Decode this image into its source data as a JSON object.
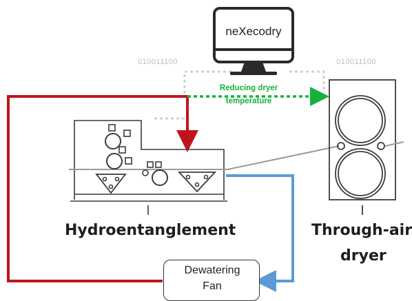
{
  "monitor": {
    "title": "neXecodry"
  },
  "binary": {
    "left": "010011100",
    "right": "010011100"
  },
  "signal": {
    "line1": "Reducing dryer",
    "line2": "temperature"
  },
  "labels": {
    "hydro": "Hydroentanglement",
    "dryer_line1": "Through-air",
    "dryer_line2": "dryer"
  },
  "fan": {
    "line1": "Dewatering",
    "line2": "Fan"
  },
  "colors": {
    "red": "#c0141c",
    "blue": "#5b9bd5",
    "green": "#16b13b",
    "dotted": "#d0d0d0",
    "machine": "#3a3a3a"
  }
}
